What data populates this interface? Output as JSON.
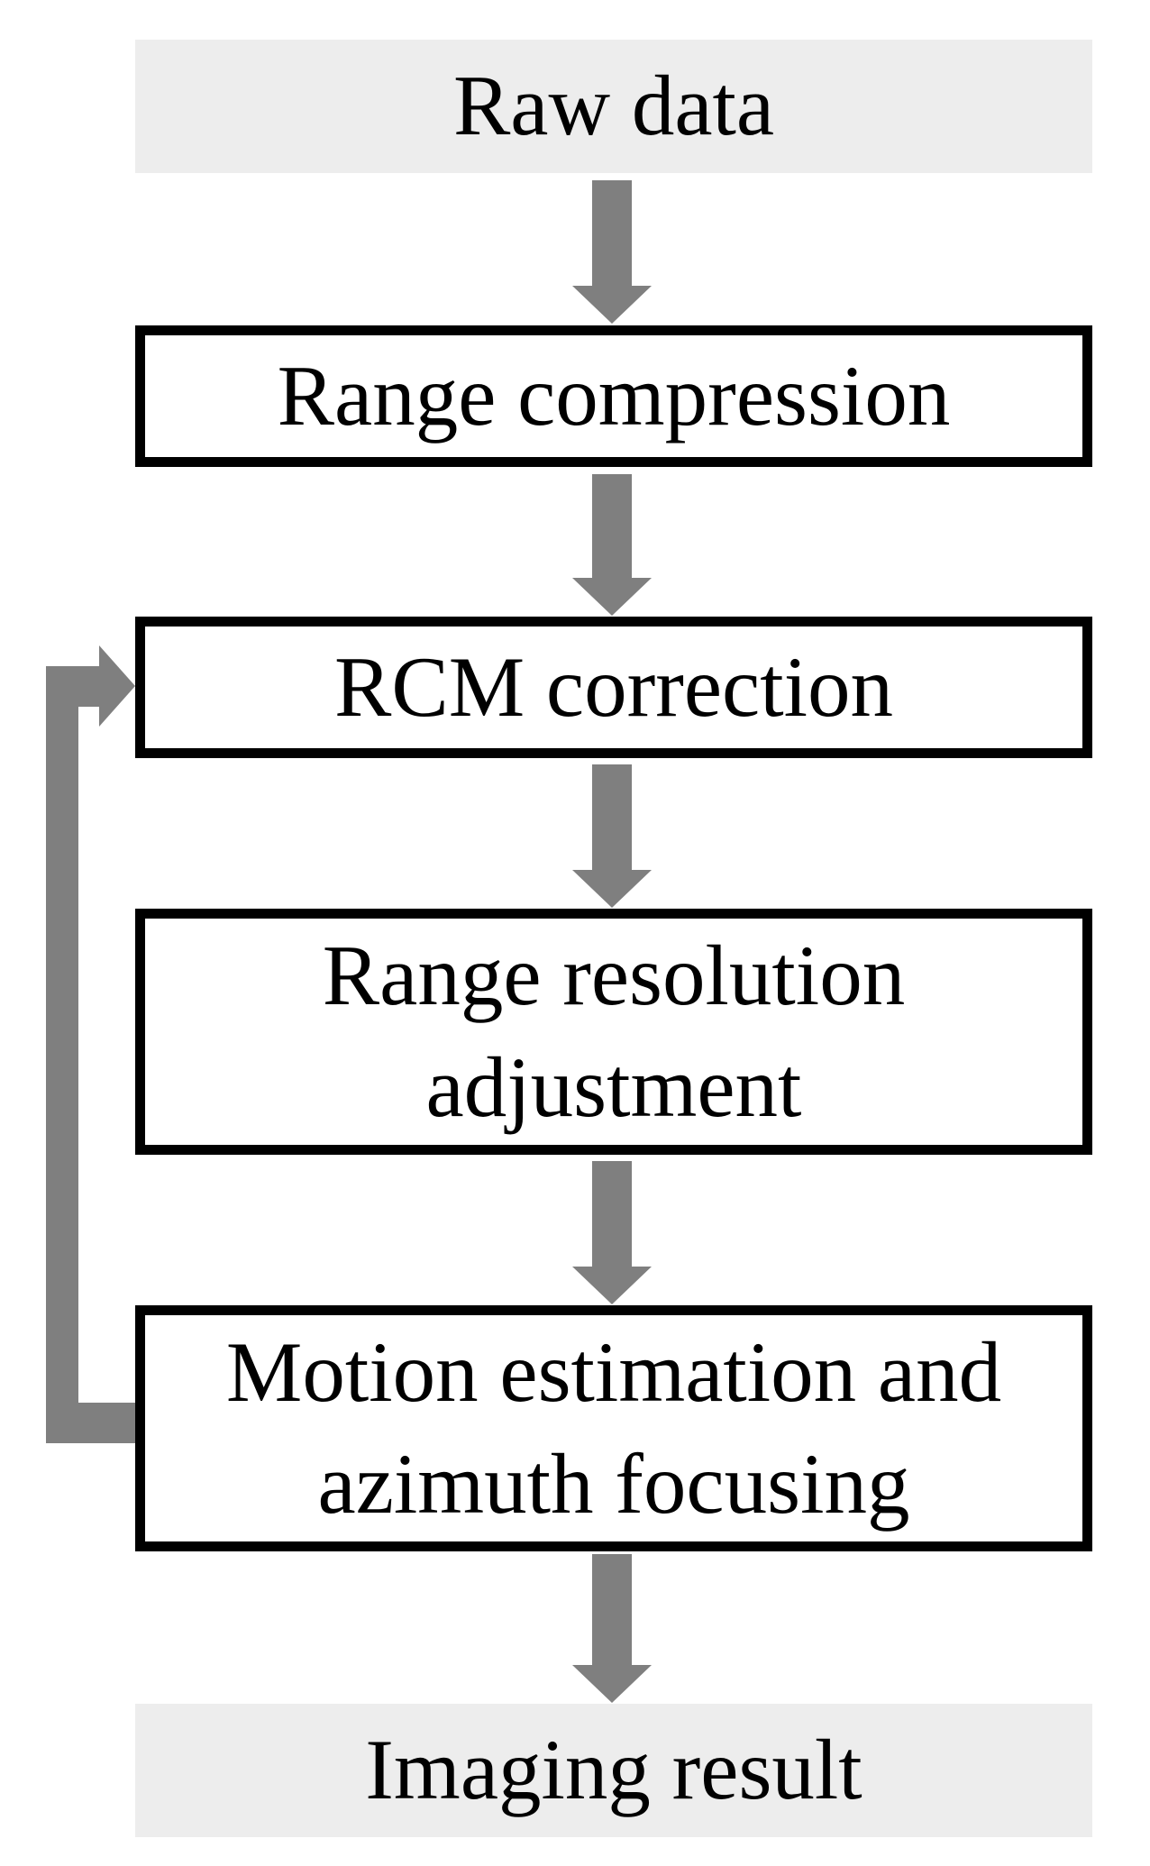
{
  "diagram": {
    "type": "flowchart",
    "nodes": [
      {
        "id": "raw-data",
        "label": "Raw data",
        "shape": "terminal"
      },
      {
        "id": "range-compression",
        "label": "Range compression",
        "shape": "process"
      },
      {
        "id": "rcm-correction",
        "label": "RCM correction",
        "shape": "process"
      },
      {
        "id": "range-resolution-adjustment",
        "label": "Range resolution adjustment",
        "shape": "process"
      },
      {
        "id": "motion-estimation-azimuth-focusing",
        "label": "Motion estimation and azimuth focusing",
        "shape": "process"
      },
      {
        "id": "imaging-result",
        "label": "Imaging result",
        "shape": "terminal"
      }
    ],
    "edges": [
      {
        "from": "raw-data",
        "to": "range-compression",
        "style": "block-arrow-down"
      },
      {
        "from": "range-compression",
        "to": "rcm-correction",
        "style": "block-arrow-down"
      },
      {
        "from": "rcm-correction",
        "to": "range-resolution-adjustment",
        "style": "block-arrow-down"
      },
      {
        "from": "range-resolution-adjustment",
        "to": "motion-estimation-azimuth-focusing",
        "style": "block-arrow-down"
      },
      {
        "from": "motion-estimation-azimuth-focusing",
        "to": "imaging-result",
        "style": "block-arrow-down"
      },
      {
        "from": "motion-estimation-azimuth-focusing",
        "to": "rcm-correction",
        "style": "feedback-loop-left"
      }
    ],
    "colors": {
      "arrow": "#7f7f7f",
      "terminal_fill": "#ededed",
      "process_fill": "#ffffff",
      "border": "#000000",
      "text": "#000000",
      "background": "#ffffff"
    }
  }
}
